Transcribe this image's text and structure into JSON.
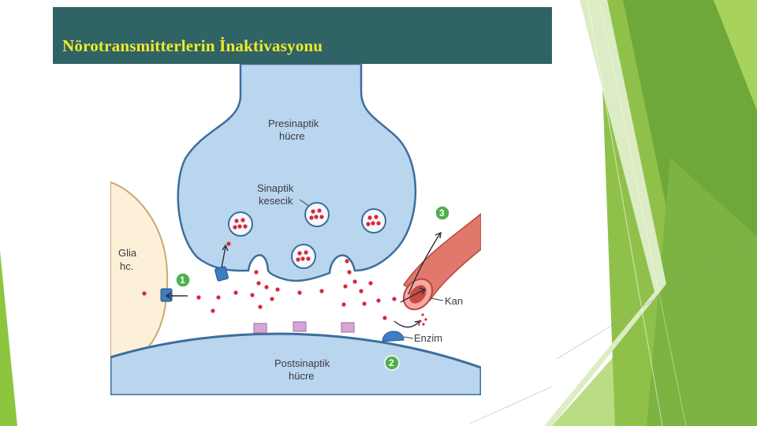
{
  "slide": {
    "title": "Nörotransmitterlerin İnaktivasyonu"
  },
  "diagram": {
    "presynaptic_label_line1": "Presinaptik",
    "presynaptic_label_line2": "hücre",
    "vesicle_label_line1": "Sinaptik",
    "vesicle_label_line2": "kesecik",
    "glia_label_line1": "Glia",
    "glia_label_line2": "hc.",
    "blood_label": "Kan",
    "enzyme_label": "Enzim",
    "postsynaptic_label_line1": "Postsinaptik",
    "postsynaptic_label_line2": "hücre",
    "step1": "1",
    "step2": "2",
    "step3": "3"
  },
  "colors": {
    "title_bar": "#2f6366",
    "title_text": "#f2ea2a",
    "cell_fill": "#b9d6ee",
    "cell_stroke": "#3c6e9c",
    "transmitter": "#d6293a",
    "step_badge": "#4db04a",
    "blood_vessel": "#e0786c"
  }
}
